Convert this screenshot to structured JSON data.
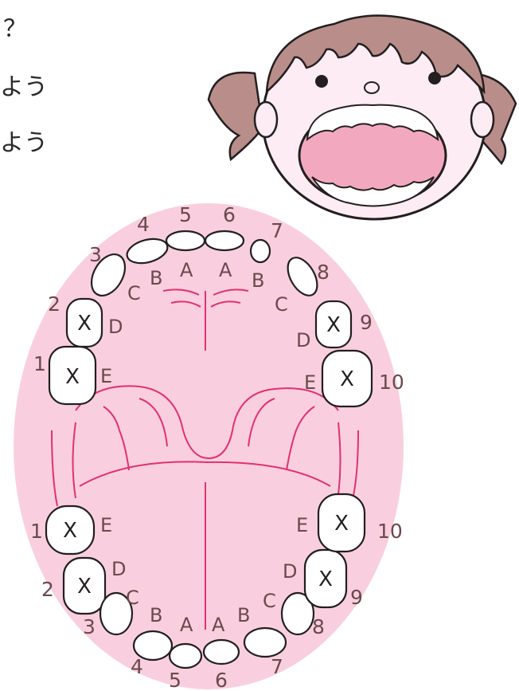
{
  "page_text": {
    "line1": "？",
    "line2": "よう",
    "line3": "よう"
  },
  "colors": {
    "mouth_background": "#f9cfe0",
    "palate_lines": "#e3306e",
    "girl_hair": "#b98d89",
    "girl_face": "#fdecf4",
    "mouth_interior": "#f2a9bf",
    "outline": "#231f20"
  },
  "upper_jaw": {
    "left_numbers": [
      "1",
      "2",
      "3",
      "4",
      "5"
    ],
    "right_numbers": [
      "6",
      "7",
      "8",
      "9",
      "10"
    ],
    "left_letters": [
      "E",
      "D",
      "C",
      "B",
      "A"
    ],
    "right_letters": [
      "A",
      "B",
      "C",
      "D",
      "E"
    ]
  },
  "lower_jaw": {
    "left_numbers": [
      "1",
      "2",
      "3",
      "4",
      "5"
    ],
    "right_numbers": [
      "6",
      "7",
      "8",
      "9",
      "10"
    ],
    "left_letters": [
      "E",
      "D",
      "C",
      "B",
      "A"
    ],
    "right_letters": [
      "A",
      "B",
      "C",
      "D",
      "E"
    ]
  },
  "tooth_mark": "X"
}
